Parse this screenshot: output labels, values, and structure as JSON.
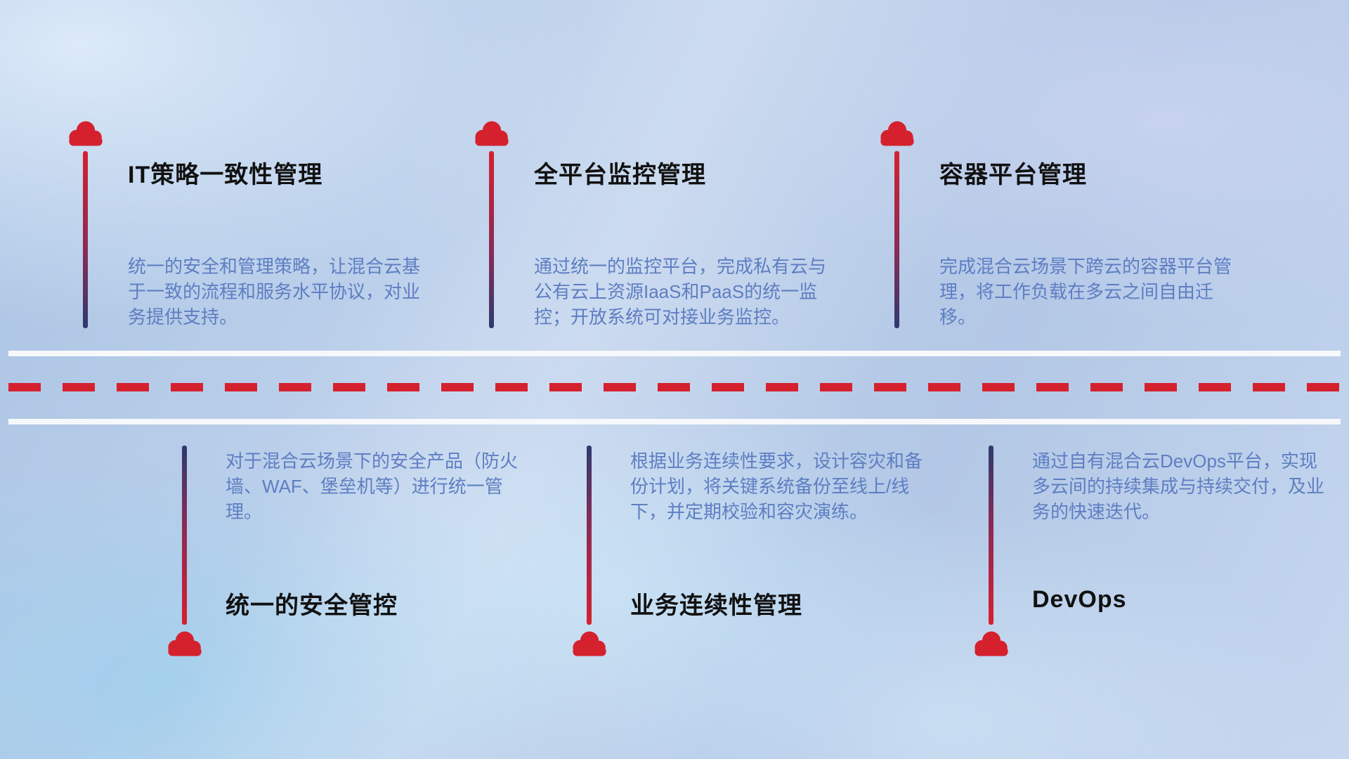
{
  "diagram_title": "hybrid-cloud-management-capabilities",
  "colors": {
    "marker_red": "#d5212e",
    "line_navy": "#2e3a6e",
    "desc_text": "#5e7ec2",
    "title_text": "#111111",
    "dash_red": "#d5212e",
    "divider_white": "#f7f8fb"
  },
  "icons": {
    "marker": "cloud-icon"
  },
  "top_items": [
    {
      "title": "IT策略一致性管理",
      "desc": "统一的安全和管理策略，让混合云基于一致的流程和服务水平协议，对业务提供支持。"
    },
    {
      "title": "全平台监控管理",
      "desc": "通过统一的监控平台，完成私有云与公有云上资源IaaS和PaaS的统一监控；开放系统可对接业务监控。"
    },
    {
      "title": "容器平台管理",
      "desc": "完成混合云场景下跨云的容器平台管理，将工作负载在多云之间自由迁移。"
    }
  ],
  "bottom_items": [
    {
      "title": "统一的安全管控",
      "desc": "对于混合云场景下的安全产品（防火墙、WAF、堡垒机等）进行统一管理。"
    },
    {
      "title": "业务连续性管理",
      "desc": "根据业务连续性要求，设计容灾和备份计划，将关键系统备份至线上/线下，并定期校验和容灾演练。"
    },
    {
      "title": "DevOps",
      "desc": "通过自有混合云DevOps平台，实现多云间的持续集成与持续交付，及业务的快速迭代。"
    }
  ]
}
